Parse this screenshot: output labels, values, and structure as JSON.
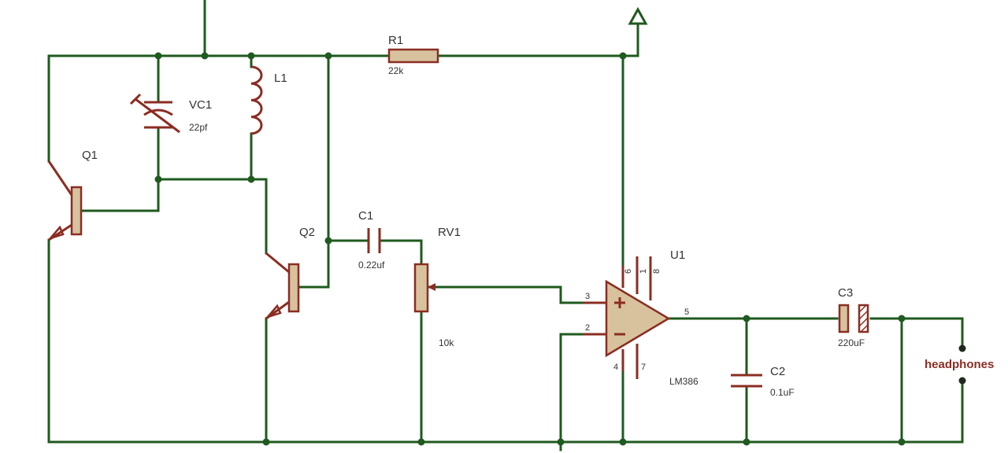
{
  "components": {
    "q1": {
      "ref": "Q1"
    },
    "q2": {
      "ref": "Q2"
    },
    "vc1": {
      "ref": "VC1",
      "value": "22pf"
    },
    "l1": {
      "ref": "L1"
    },
    "r1": {
      "ref": "R1",
      "value": "22k"
    },
    "c1": {
      "ref": "C1",
      "value": "0.22uf"
    },
    "rv1": {
      "ref": "RV1",
      "value": "10k"
    },
    "u1": {
      "ref": "U1",
      "value": "LM386",
      "pins": {
        "p3": "3",
        "p2": "2",
        "p5": "5",
        "p6": "6",
        "p1": "1",
        "p8": "8",
        "p4": "4",
        "p7": "7"
      }
    },
    "c2": {
      "ref": "C2",
      "value": "0.1uF"
    },
    "c3": {
      "ref": "C3",
      "value": "220uF"
    },
    "output": {
      "label": "headphones"
    }
  },
  "colors": {
    "wire": "#1f5a1f",
    "component": "#8b2d22",
    "body_fill": "#d8c29e"
  }
}
